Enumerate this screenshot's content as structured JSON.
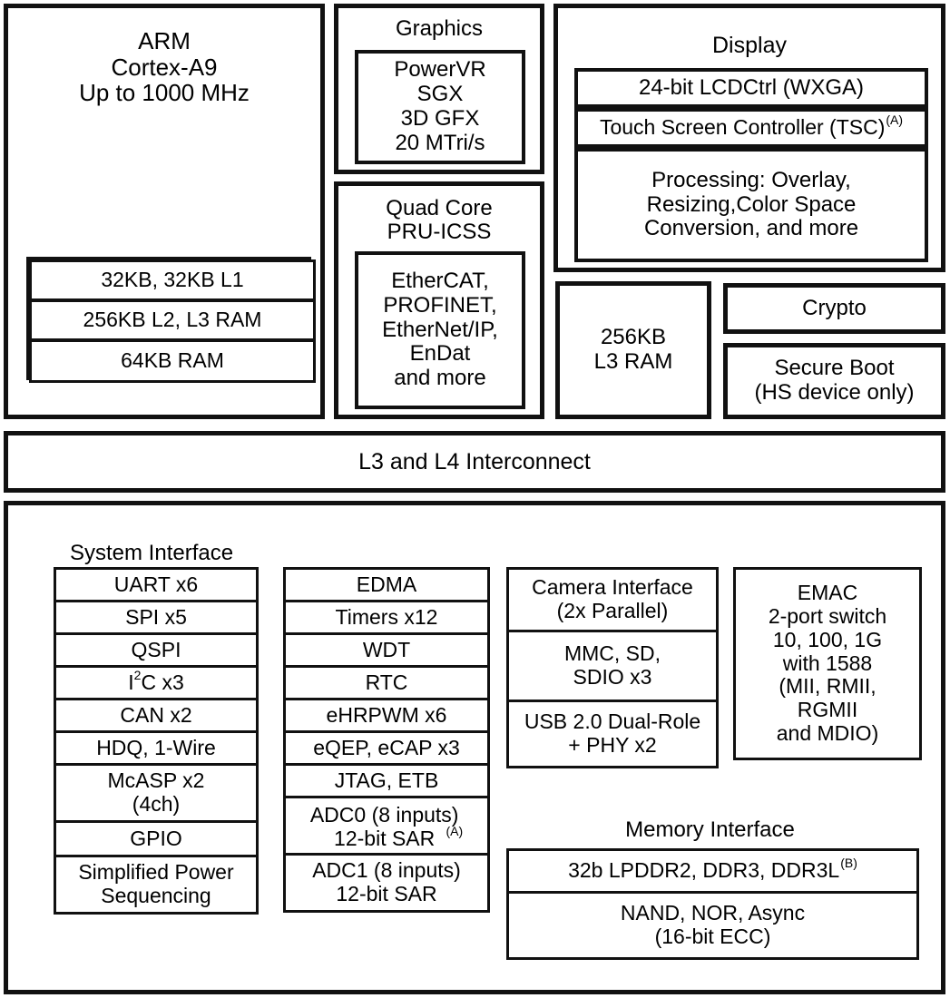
{
  "diagram": {
    "title_visible": false,
    "colors": {
      "line": "#111111",
      "background": "#ffffff",
      "text": "#000000"
    },
    "top_section": {
      "arm": {
        "header": "ARM\nCortex-A9\nUp to 1000 MHz",
        "memories": [
          "32KB, 32KB L1",
          "256KB L2, L3 RAM",
          "64KB RAM"
        ]
      },
      "graphics": {
        "header": "Graphics",
        "inner": "PowerVR\nSGX\n3D GFX\n20 MTri/s"
      },
      "pru": {
        "header": "Quad Core\nPRU-ICSS",
        "inner": "EtherCAT,\nPROFINET,\nEtherNet/IP,\nEnDat\nand more"
      },
      "display": {
        "header": "Display",
        "lcdctrl": "24-bit LCDCtrl (WXGA)",
        "tsc": "Touch Screen Controller (TSC)",
        "tsc_footnote": "(A)",
        "processing": "Processing: Overlay,\nResizing,Color Space\nConversion, and more"
      },
      "l3ram": "256KB\nL3 RAM",
      "crypto": "Crypto",
      "secure_boot": "Secure Boot\n(HS device only)"
    },
    "interconnect": "L3 and L4 Interconnect",
    "bottom_section": {
      "system_interface_label": "System Interface",
      "memory_interface_label": "Memory Interface",
      "column1": [
        {
          "text": "UART x6"
        },
        {
          "text": "SPI x5"
        },
        {
          "text": "QSPI"
        },
        {
          "text": "I",
          "sup": "2",
          "text_after": "C x3"
        },
        {
          "text": "CAN x2"
        },
        {
          "text": "HDQ, 1-Wire"
        },
        {
          "text": "McASP x2\n(4ch)"
        },
        {
          "text": "GPIO"
        },
        {
          "text": "Simplified Power\nSequencing"
        }
      ],
      "column2": [
        {
          "text": "EDMA"
        },
        {
          "text": "Timers x12"
        },
        {
          "text": "WDT"
        },
        {
          "text": "RTC"
        },
        {
          "text": "eHRPWM x6"
        },
        {
          "text": "eQEP, eCAP x3"
        },
        {
          "text": "JTAG, ETB"
        },
        {
          "text": "ADC0 (8 inputs)\n12-bit SAR",
          "sup": "(A)"
        },
        {
          "text": "ADC1 (8 inputs)\n12-bit SAR"
        }
      ],
      "column3": [
        {
          "text": "Camera Interface\n(2x Parallel)"
        },
        {
          "text": "MMC, SD,\nSDIO x3"
        },
        {
          "text": "USB 2.0 Dual-Role\n+ PHY x2"
        }
      ],
      "column4": [
        {
          "text": "EMAC\n2-port switch\n10, 100, 1G\nwith 1588\n(MII, RMII,\nRGMII\nand MDIO)"
        }
      ],
      "memory_interface": [
        {
          "text": "32b LPDDR2, DDR3, DDR3L",
          "sup": "(B)"
        },
        {
          "text": "NAND, NOR, Async\n(16-bit ECC)"
        }
      ]
    }
  }
}
